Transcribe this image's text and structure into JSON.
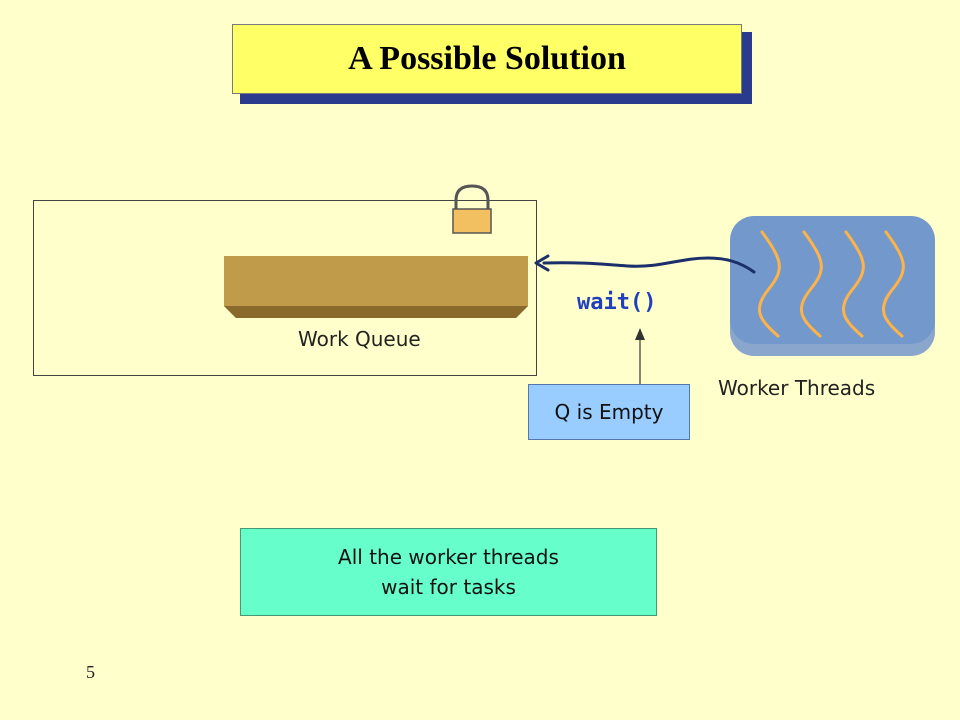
{
  "slide": {
    "title": "A Possible Solution",
    "page_number": "5"
  },
  "diagram": {
    "queue_label": "Work Queue",
    "wait_call": "wait()",
    "threads_label": "Worker Threads",
    "empty_condition": "Q is Empty",
    "note_line1": "All the worker threads",
    "note_line2": "wait for tasks"
  },
  "icons": [
    "lock-icon",
    "thread-squiggle-icon"
  ],
  "colors": {
    "background": "#ffffcc",
    "title_fill": "#ffff66",
    "title_shadow": "#2a3a8c",
    "queue_fill": "#c09b4a",
    "lock_fill": "#f2c060",
    "threads_box": "#7399cc",
    "thread_lines": "#ffb347",
    "wait_text": "#1f3fbf",
    "empty_box": "#99ccff",
    "note_box": "#66ffcc",
    "arrow": "#1a2f6b"
  }
}
